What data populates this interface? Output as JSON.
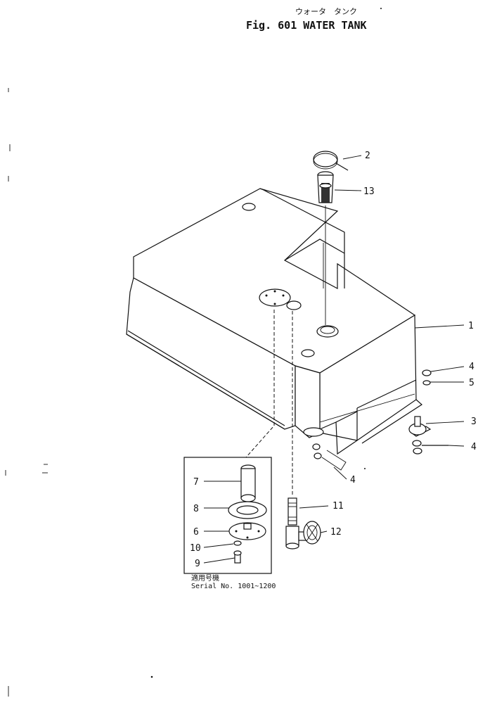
{
  "header": {
    "kana_title": "ウォータ　タンク",
    "title": "Fig. 601 WATER TANK"
  },
  "callouts": [
    {
      "id": "c1",
      "label": "1"
    },
    {
      "id": "c2",
      "label": "2"
    },
    {
      "id": "c3",
      "label": "3"
    },
    {
      "id": "c4a",
      "label": "4"
    },
    {
      "id": "c4b",
      "label": "4"
    },
    {
      "id": "c4c",
      "label": "4"
    },
    {
      "id": "c5",
      "label": "5"
    },
    {
      "id": "c6",
      "label": "6"
    },
    {
      "id": "c7",
      "label": "7"
    },
    {
      "id": "c8",
      "label": "8"
    },
    {
      "id": "c9",
      "label": "9"
    },
    {
      "id": "c10",
      "label": "10"
    },
    {
      "id": "c11",
      "label": "11"
    },
    {
      "id": "c12",
      "label": "12"
    },
    {
      "id": "c13",
      "label": "13"
    }
  ],
  "inset": {
    "serial_kanji": "適用号機",
    "serial_text": "Serial No. 1001~1200"
  }
}
